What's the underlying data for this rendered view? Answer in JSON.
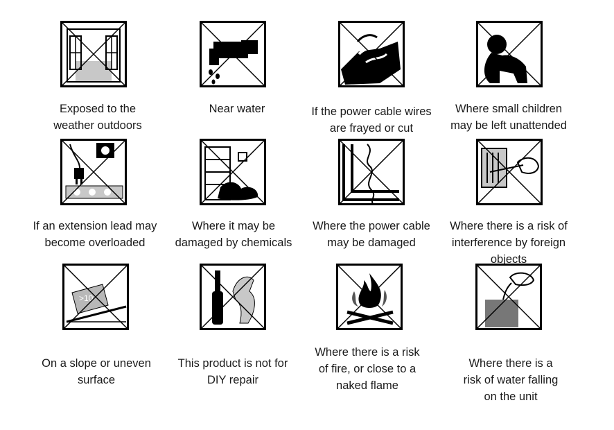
{
  "warnings": [
    {
      "icon": "open-window-icon",
      "caption": "Exposed to the\nweather outdoors"
    },
    {
      "icon": "water-tap-icon",
      "caption": "Near water"
    },
    {
      "icon": "frayed-cable-icon",
      "caption": "If the power cable wires\nare frayed or cut"
    },
    {
      "icon": "child-icon",
      "caption": "Where small children\nmay be left unattended"
    },
    {
      "icon": "overloaded-extension-icon",
      "caption": "If an extension lead may\nbecome overloaded"
    },
    {
      "icon": "chemical-spill-icon",
      "caption": "Where it may be\ndamaged by chemicals"
    },
    {
      "icon": "trapped-cable-icon",
      "caption": "Where the power cable\nmay be damaged"
    },
    {
      "icon": "foreign-object-icon",
      "caption": "Where there is a risk of\ninterference by foreign\nobjects"
    },
    {
      "icon": "slope-icon",
      "caption": "On a slope or uneven\nsurface"
    },
    {
      "icon": "screwdriver-icon",
      "caption": "This product is not for\nDIY repair"
    },
    {
      "icon": "fire-icon",
      "caption": "Where there is a risk\nof fire, or close to a\nnaked flame"
    },
    {
      "icon": "water-falling-icon",
      "caption": "Where there is a\nrisk of water falling\non the unit"
    }
  ],
  "slope_label": ">10°"
}
